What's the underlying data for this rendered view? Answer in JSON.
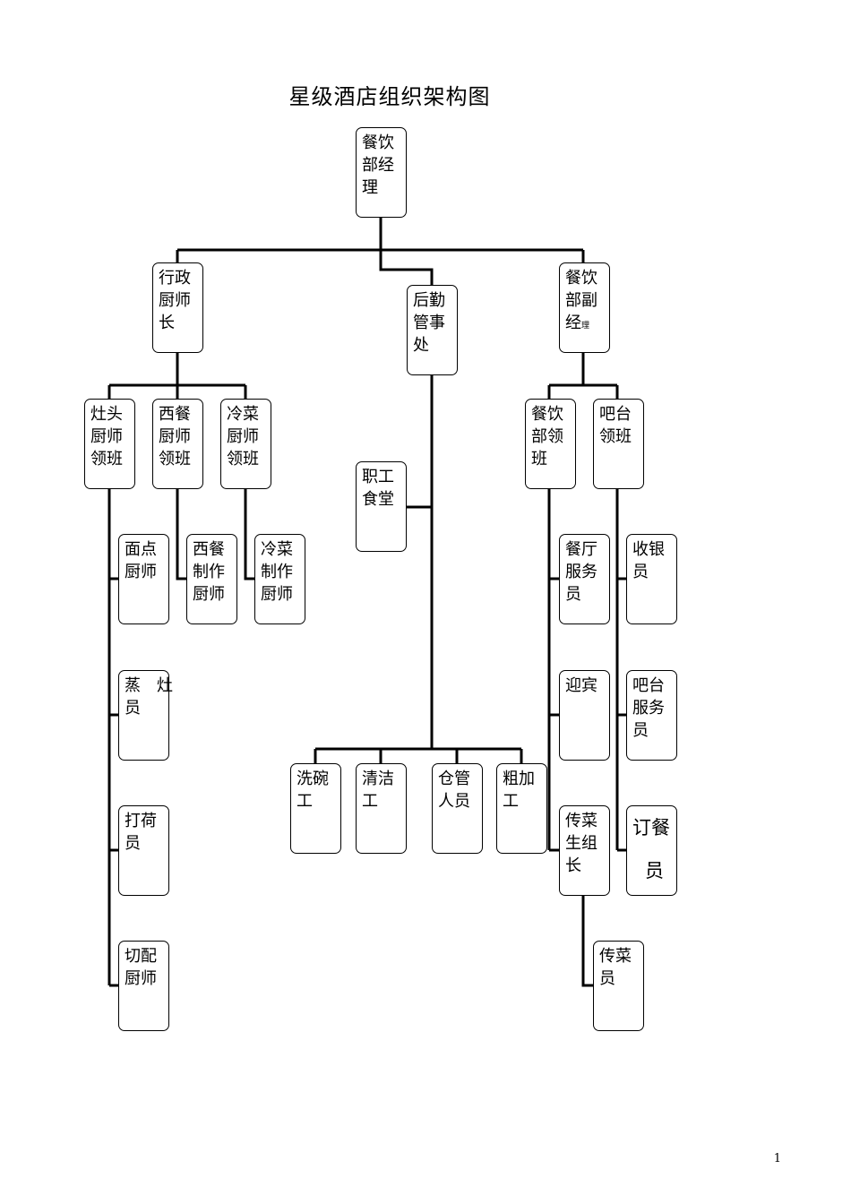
{
  "title": "星级酒店组织架构图",
  "page_number": "1",
  "nodes": {
    "manager": "餐饮部经理",
    "exec_chef": "行政厨师长",
    "logistics": "后勤管事处",
    "deputy_main": "餐饮部副经",
    "deputy_small": "理",
    "stove_lead": "灶头厨师领班",
    "western_lead": "西餐厨师领班",
    "cold_lead": "冷菜厨师领班",
    "staff_canteen": "职工食堂",
    "fb_lead": "餐饮部领班",
    "bar_lead": "吧台领班",
    "pastry_chef": "面点厨师",
    "western_cook": "西餐制作厨师",
    "cold_cook": "冷菜制作厨师",
    "steamer_1": "蒸　灶",
    "steamer_2": "员",
    "beat_cook": "打荷员",
    "prep_chef": "切配厨师",
    "dishwasher": "洗碗工",
    "cleaner": "清洁工",
    "storekeeper": "仓管人员",
    "rough_prep": "粗加工",
    "waiter": "餐厅服务员",
    "greeter": "迎宾",
    "runner_lead": "传菜生组长",
    "runner": "传菜员",
    "cashier": "收银员",
    "bar_waiter": "吧台服务员",
    "reservation_1": "订餐",
    "reservation_2": "员"
  }
}
